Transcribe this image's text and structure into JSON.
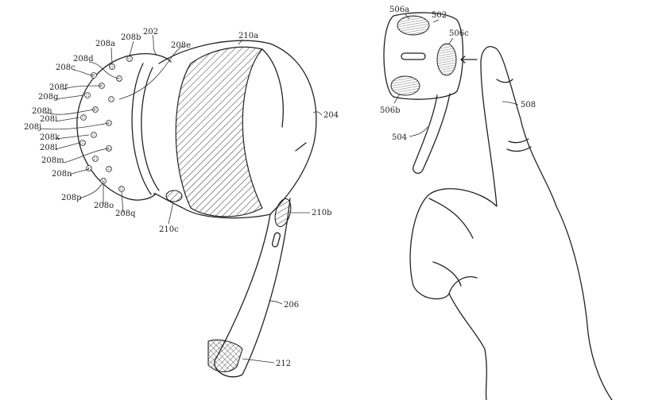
{
  "figure_left": {
    "labels": {
      "l202": "202",
      "l204": "204",
      "l206": "206",
      "l208a": "208a",
      "l208b": "208b",
      "l208c": "208c",
      "l208d": "208d",
      "l208e": "208e",
      "l208f": "208f",
      "l208g": "208g",
      "l208h": "208h",
      "l208i": "208i",
      "l208j": "208j",
      "l208k": "208k",
      "l208l": "208l",
      "l208m": "208m",
      "l208n": "208n",
      "l208o": "208o",
      "l208p": "208p",
      "l208q": "208q",
      "l210a": "210a",
      "l210b": "210b",
      "l210c": "210c",
      "l212": "212"
    }
  },
  "figure_right": {
    "labels": {
      "l502": "502",
      "l504": "504",
      "l506a": "506a",
      "l506b": "506b",
      "l506c": "506c",
      "l508": "508"
    }
  }
}
